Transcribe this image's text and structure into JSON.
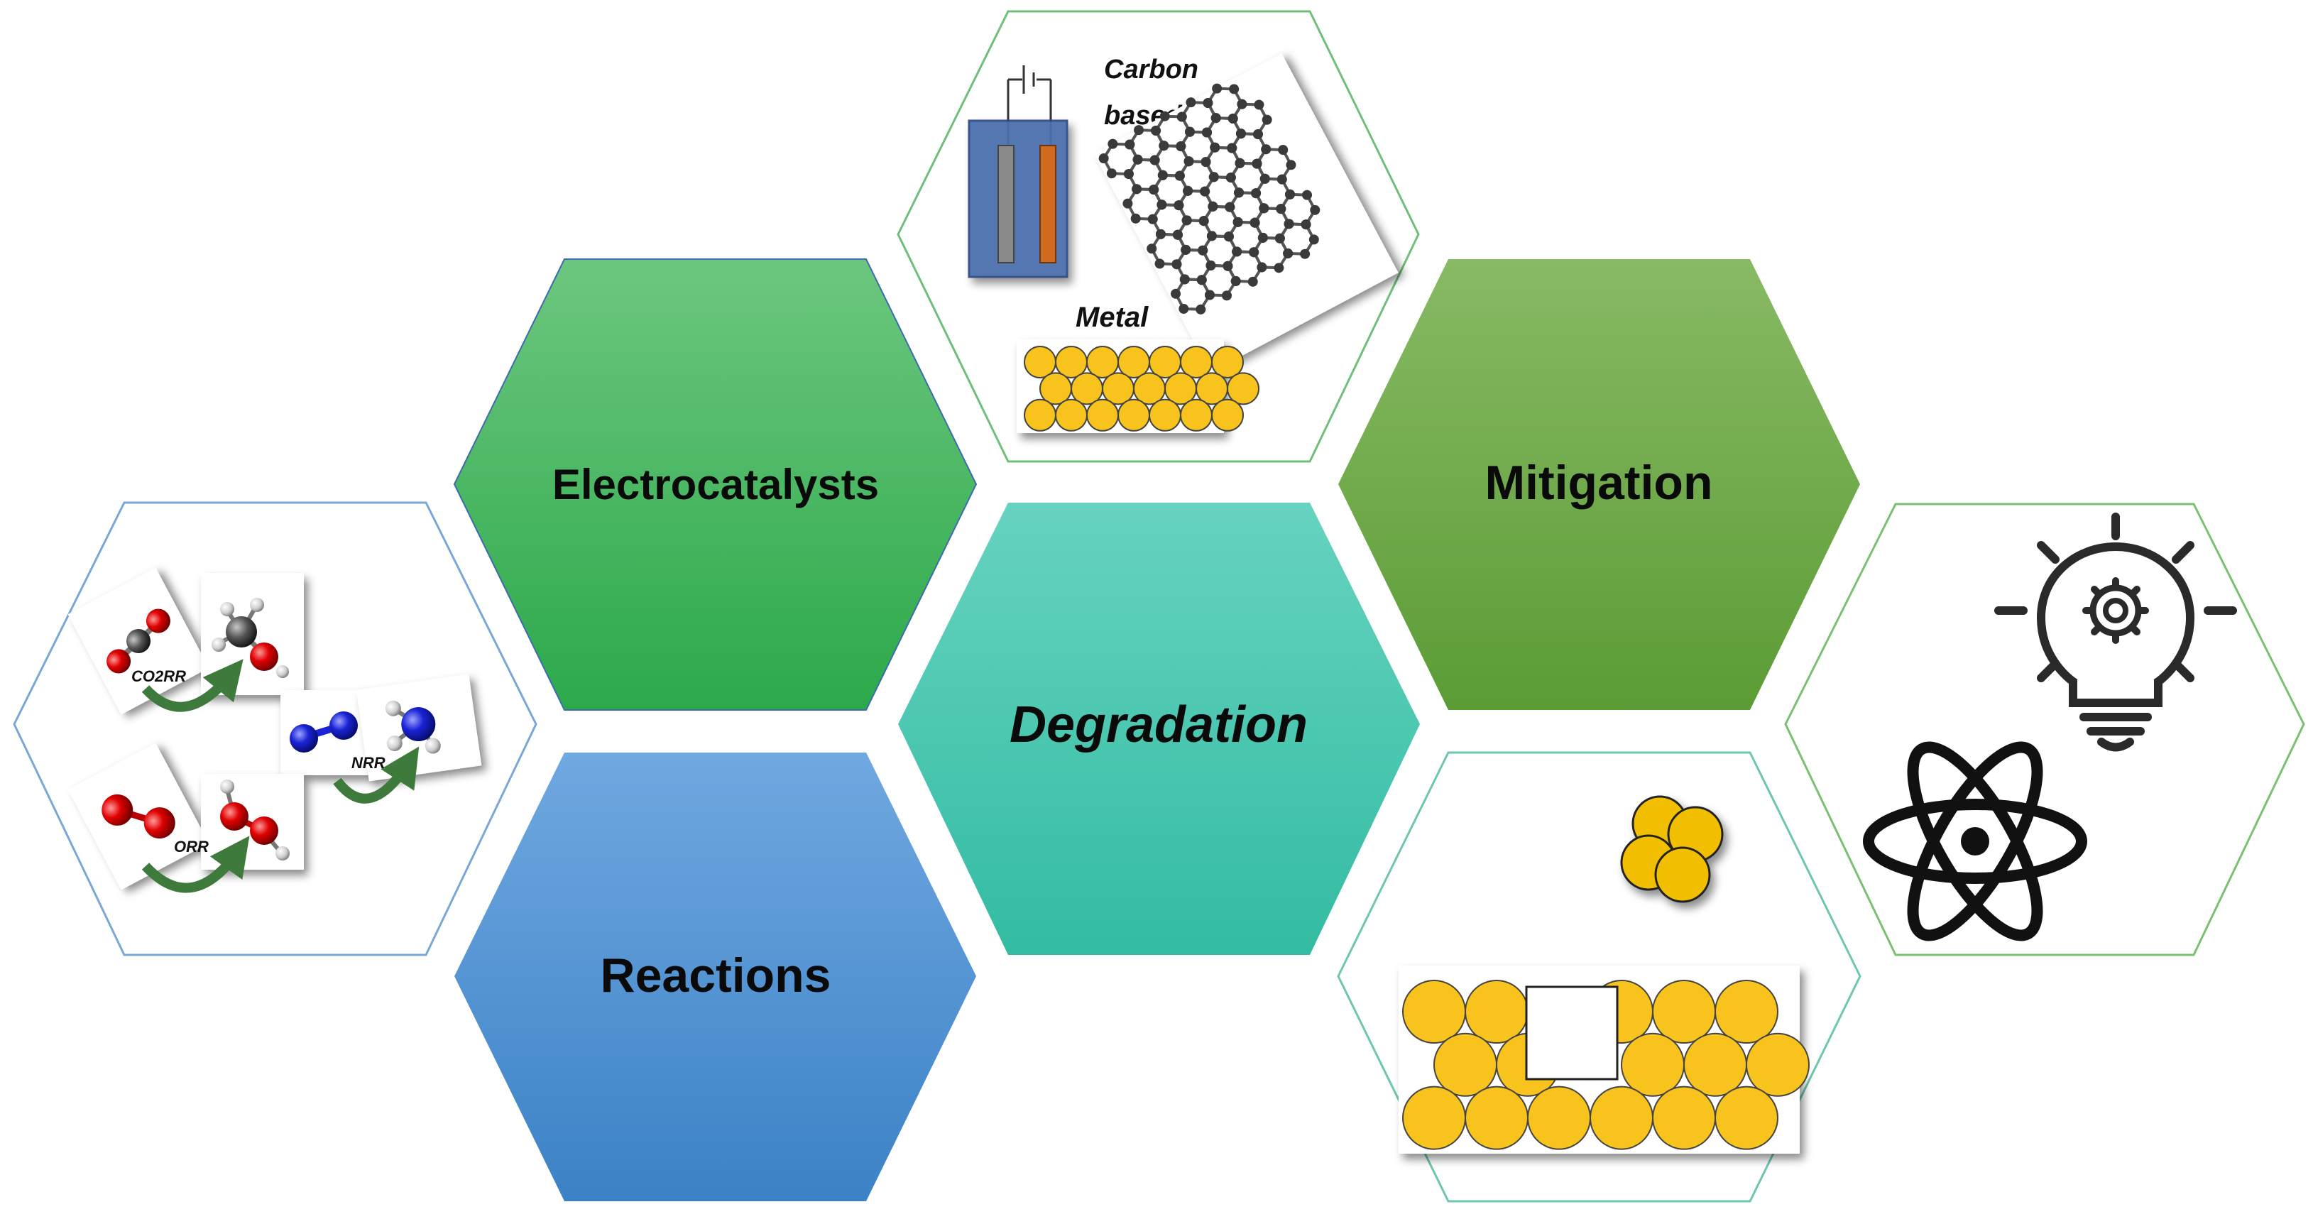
{
  "hexagons": {
    "electrocatalysts": {
      "label": "Electrocatalysts",
      "color_top": "#66c57a",
      "color_bottom": "#2faa4c"
    },
    "mitigation": {
      "label": "Mitigation",
      "color_top": "#83b85f",
      "color_bottom": "#5e9e37"
    },
    "degradation": {
      "label": "Degradation",
      "color_top": "#5fd1bd",
      "color_bottom": "#36bfa5"
    },
    "reactions": {
      "label": "Reactions",
      "color_top": "#6aa5df",
      "color_bottom": "#3f86c9"
    }
  },
  "panels": {
    "materials": {
      "carbon_label": "Carbon based",
      "carbon_line1": "Carbon",
      "carbon_line2": "based",
      "metal_label": "Metal"
    },
    "reactions": {
      "co2rr": "CO2RR",
      "nrr": "NRR",
      "orr": "ORR"
    }
  },
  "icons": [
    "electrolysis-cell-icon",
    "graphene-sheet-icon",
    "metal-lattice-icon",
    "molecule-icon",
    "lightbulb-gear-icon",
    "atom-icon",
    "dissolution-lattice-icon"
  ]
}
